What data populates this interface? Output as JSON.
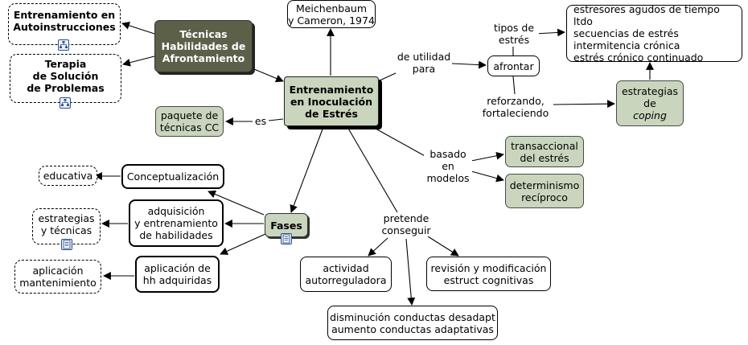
{
  "colors": {
    "green_fill": "#c9d5bd",
    "dark_fill": "#5c6049",
    "line": "#000000"
  },
  "nodes": {
    "center": "Entrenamiento\nen Inoculación\nde Estrés",
    "meichenbaum": "Meichenbaum\ny Cameron, 1974",
    "tecnicas": "Técnicas\nHabilidades de\nAfrontamiento",
    "entrenamiento_autoinstrucciones": "Entrenamiento en\nAutoinstrucciones",
    "terapia_solucion": "Terapia\nde Solución\nde Problemas",
    "paquete": "paquete de\ntécnicas CC",
    "afrontar": "afrontar",
    "estresores": "estresores agudos de tiempo ltdo\nsecuencias de estrés\nintermitencia crónica\nestrés crónico continuado",
    "estrategias_coping_pre": "estrategias\nde",
    "estrategias_coping_em": "coping",
    "transaccional": "transaccional\ndel estrés",
    "determinismo": "determinismo\nrecíproco",
    "fases": "Fases",
    "conceptualizacion": "Conceptualización",
    "educativa": "educativa",
    "adquisicion": "adquisición\ny entrenamiento\nde habilidades",
    "estrategias_tecnicas": "estrategias\ny técnicas",
    "aplicacion_hh": "aplicación de\nhh adquiridas",
    "aplicacion_mant": "aplicación\nmantenimiento",
    "actividad": "actividad\nautorreguladora",
    "revision": "revisión y modificación\nestruct cognitivas",
    "disminucion": "disminución conductas desadapt\naumento conductas adaptativas"
  },
  "links": {
    "de_utilidad": "de utilidad\npara",
    "tipos_estres": "tipos de\nestrés",
    "reforzando": "reforzando,\nfortaleciendo",
    "es": "es",
    "basado": "basado\nen\nmodelos",
    "pretende": "pretende\nconseguir"
  },
  "icons": [
    "concept-map-icon",
    "concept-map-icon",
    "document-icon",
    "document-icon"
  ]
}
